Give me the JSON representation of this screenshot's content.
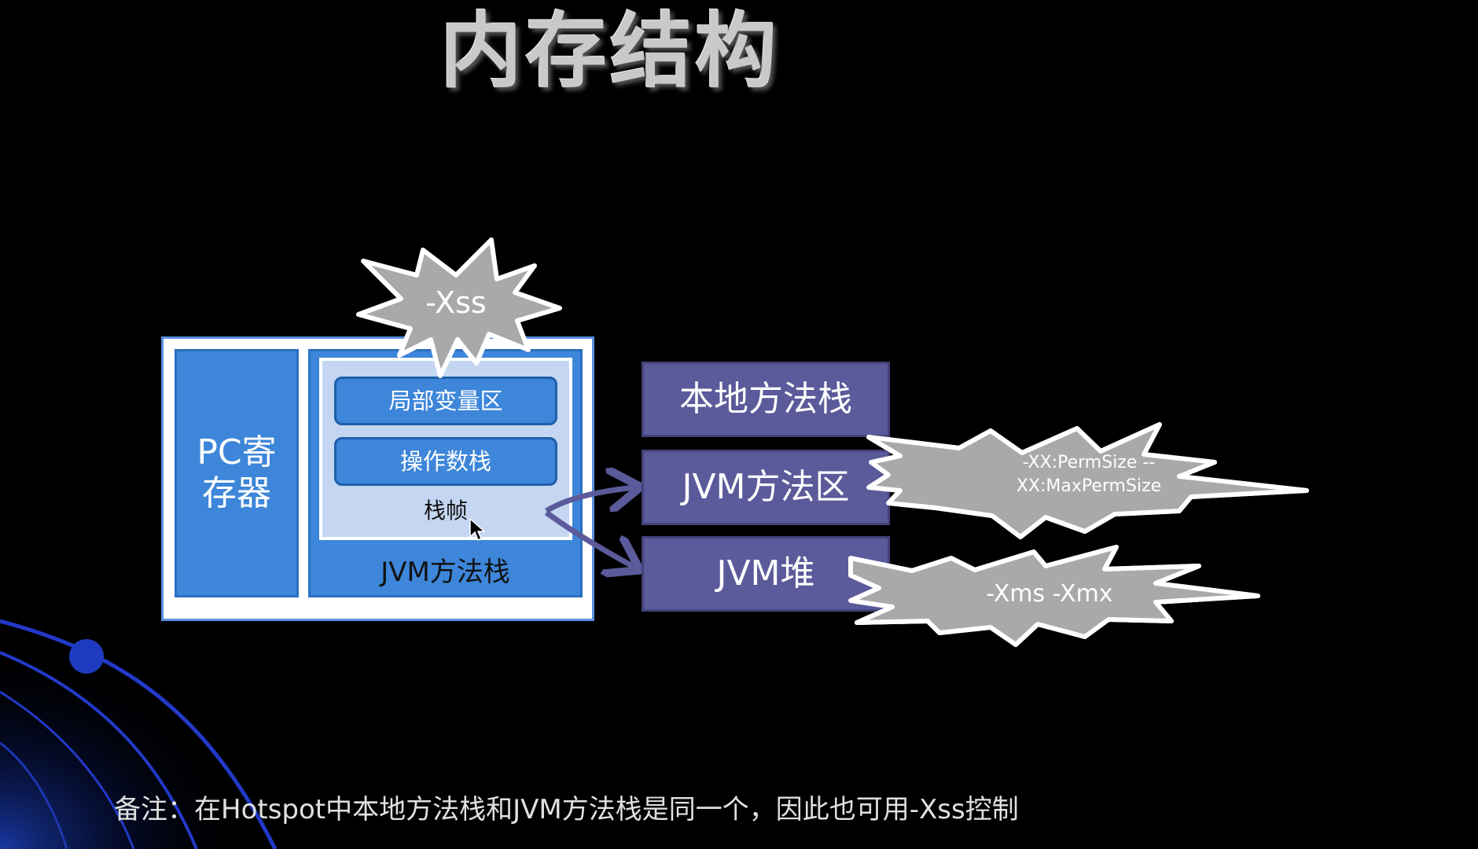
{
  "slide": {
    "title": "内存结构",
    "note": "备注：在Hotspot中本地方法栈和JVM方法栈是同一个，因此也可用-Xss控制"
  },
  "diagram": {
    "pc_register": "PC寄存器",
    "jvm_stack": "JVM方法栈",
    "stack_frame": "栈帧",
    "local_vars": "局部变量区",
    "operand_stack": "操作数栈",
    "native_stack": "本地方法栈",
    "method_area": "JVM方法区",
    "heap": "JVM堆",
    "burst_xss": "-Xss",
    "burst_perm": "-XX:PermSize --XX:MaxPermSize",
    "burst_xms": "-Xms -Xmx"
  },
  "colors": {
    "background": "#000000",
    "stack_blue": "#3d86d9",
    "frame_light": "#c4d6f2",
    "purple_box": "#5b5a9a",
    "burst_gray": "#a9a9a9",
    "arrow": "#5b5a9a"
  }
}
